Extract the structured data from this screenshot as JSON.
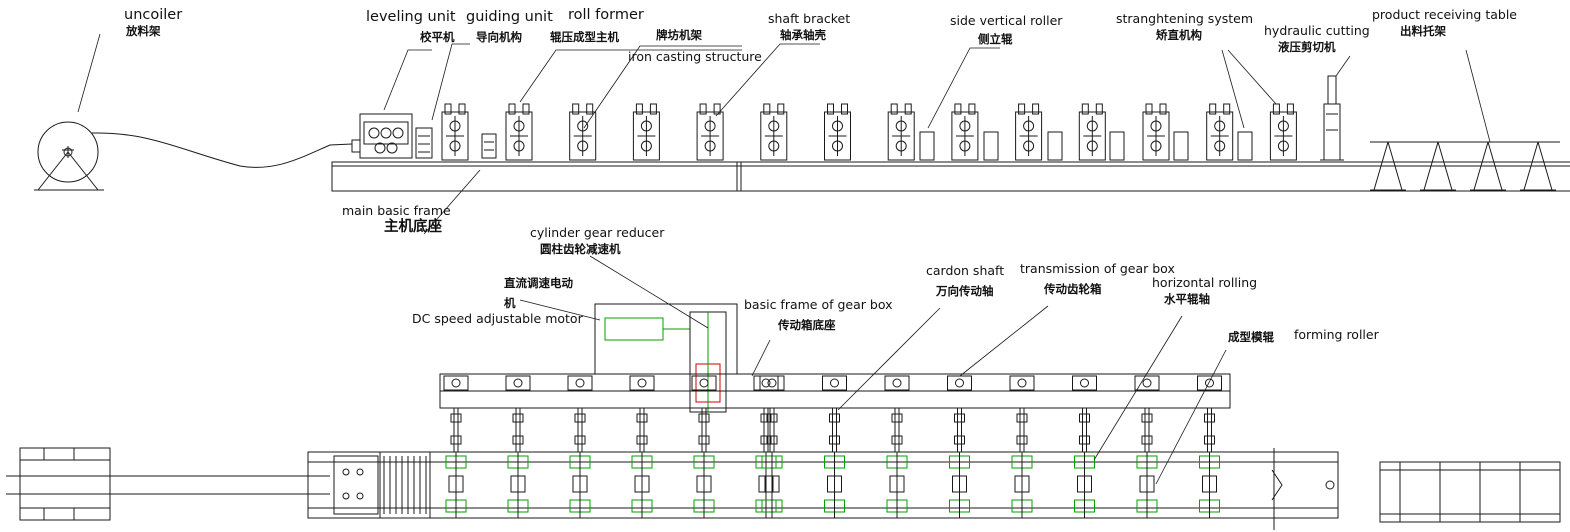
{
  "labels": {
    "uncoiler": "uncoiler",
    "uncoiler_cn": "放料架",
    "leveling_unit": "leveling unit",
    "leveling_unit_cn": "校平机",
    "guiding_unit": "guiding unit",
    "guiding_unit_cn": "导向机构",
    "roll_former": "roll former",
    "roll_former_cn": "辊压成型主机",
    "stand_cn": "牌坊机架",
    "iron_casting": "iron casting structure",
    "shaft_bracket": "shaft bracket",
    "shaft_bracket_cn": "轴承轴壳",
    "side_vertical_roller": "side vertical roller",
    "side_vertical_roller_cn": "侧立辊",
    "straightening": "stranghtening system",
    "straightening_cn": "矫直机构",
    "hydraulic_cutting": "hydraulic cutting",
    "hydraulic_cutting_cn": "液压剪切机",
    "receiving_table": "product receiving table",
    "receiving_table_cn": "出料托架",
    "main_frame": "main basic frame",
    "main_frame_cn": "主机底座",
    "gear_reducer": "cylinder gear reducer",
    "gear_reducer_cn": "圆柱齿轮减速机",
    "dc_motor_cn_1": "直流调速电动",
    "dc_motor_cn_2": "机",
    "dc_motor": "DC speed adjustable motor",
    "gearbox_frame": "basic frame of gear box",
    "gearbox_frame_cn": "传动箱底座",
    "cardon_shaft": "cardon shaft",
    "cardon_shaft_cn": "万向传动轴",
    "transmission": "transmission of gear box",
    "transmission_cn": "传动齿轮箱",
    "horizontal_rolling": "horizontal rolling",
    "horizontal_rolling_cn": "水平辊轴",
    "forming_roller_cn": "成型模辊",
    "forming_roller": "forming roller"
  },
  "colors": {
    "line": "#1a1a1a",
    "green": "#00a000",
    "red": "#d00000"
  }
}
